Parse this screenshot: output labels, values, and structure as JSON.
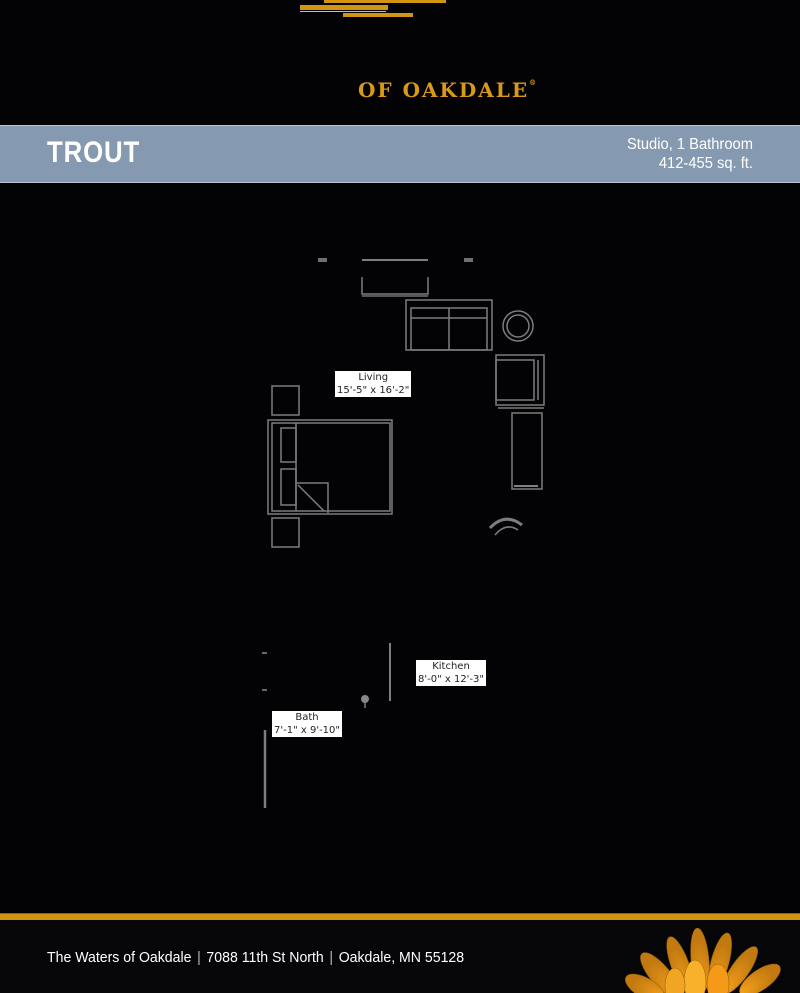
{
  "brand": {
    "logo_text": "OF OAKDALE",
    "trademark": "®",
    "accent_color": "#d1950f"
  },
  "unit": {
    "name": "TROUT",
    "type": "Studio, 1 Bathroom",
    "area": "412-455 sq. ft.",
    "bar_color": "#8599b0"
  },
  "rooms": [
    {
      "name": "Living",
      "dimensions": "15'-5\" x 16'-2\""
    },
    {
      "name": "Kitchen",
      "dimensions": "8'-0\" x 12'-3\""
    },
    {
      "name": "Bath",
      "dimensions": "7'-1\" x 9'-10\""
    }
  ],
  "footer": {
    "community": "The Waters of Oakdale",
    "address": "7088 11th St North",
    "city": "Oakdale, MN 55128",
    "separator": "|"
  },
  "icons": {
    "flower_image": "orange-flower-photo"
  }
}
